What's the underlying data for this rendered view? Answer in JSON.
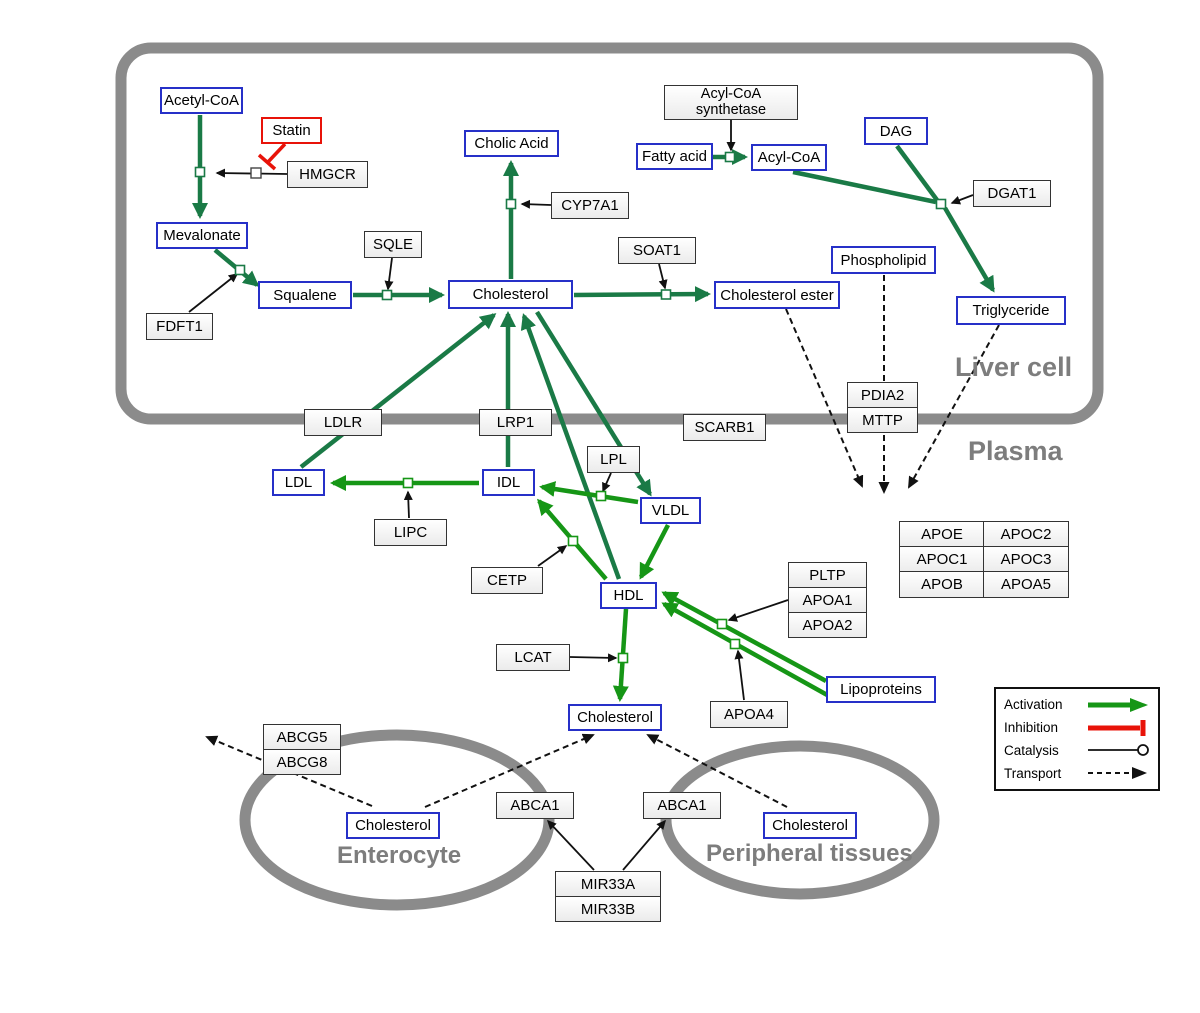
{
  "regions": {
    "liver_cell": "Liver cell",
    "plasma": "Plasma",
    "enterocyte": "Enterocyte",
    "peripheral_tissues": "Peripheral tissues"
  },
  "nodes": {
    "acetyl_coa": "Acetyl-CoA",
    "statin": "Statin",
    "hmgcr": "HMGCR",
    "mevalonate": "Mevalonate",
    "fdft1": "FDFT1",
    "squalene": "Squalene",
    "sqle": "SQLE",
    "cholic_acid": "Cholic Acid",
    "cyp7a1": "CYP7A1",
    "cholesterol_liver": "Cholesterol",
    "soat1": "SOAT1",
    "cholesterol_ester": "Cholesterol ester",
    "acyl_coa_synthetase": "Acyl-CoA synthetase",
    "fatty_acid": "Fatty acid",
    "acyl_coa": "Acyl-CoA",
    "dag": "DAG",
    "dgat1": "DGAT1",
    "phospholipid": "Phospholipid",
    "triglyceride": "Triglyceride",
    "ldlr": "LDLR",
    "lrp1": "LRP1",
    "scarb1": "SCARB1",
    "pdia2": "PDIA2",
    "mttp": "MTTP",
    "ldl": "LDL",
    "idl": "IDL",
    "lipc": "LIPC",
    "lpl": "LPL",
    "vldl": "VLDL",
    "cetp": "CETP",
    "hdl": "HDL",
    "pltp": "PLTP",
    "apoa1": "APOA1",
    "apoa2": "APOA2",
    "lcat": "LCAT",
    "apoa4": "APOA4",
    "lipoproteins": "Lipoproteins",
    "cholesterol_plasma": "Cholesterol",
    "abcg5": "ABCG5",
    "abcg8": "ABCG8",
    "cholesterol_enterocyte": "Cholesterol",
    "abca1_left": "ABCA1",
    "abca1_right": "ABCA1",
    "cholesterol_peripheral": "Cholesterol",
    "mir33a": "MIR33A",
    "mir33b": "MIR33B"
  },
  "apo_table": [
    [
      "APOE",
      "APOC2"
    ],
    [
      "APOC1",
      "APOC3"
    ],
    [
      "APOB",
      "APOA5"
    ]
  ],
  "legend": {
    "activation": "Activation",
    "inhibition": "Inhibition",
    "catalysis": "Catalysis",
    "transport": "Transport"
  },
  "colors": {
    "metabolite_border": "#2630c8",
    "inhibitor_border": "#e81309",
    "activation_liver": "#1a7a46",
    "activation_plasma": "#169616",
    "inhibition": "#e81309",
    "membrane_gray": "#8b8b8b"
  }
}
